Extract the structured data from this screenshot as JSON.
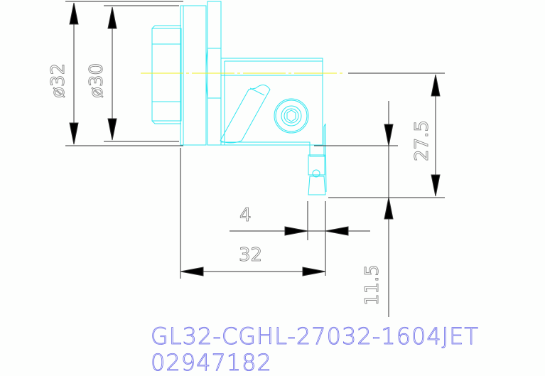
{
  "drawing": {
    "part_number": "GL32-CGHL-27032-1604JET",
    "article_number": "02947182",
    "colors": {
      "part_outline": "#33e6f0",
      "center_line": "#f0f020",
      "dimension_line": "#222222",
      "dimension_text": "#777777",
      "title_text": "#6a6ae8",
      "background": "#fdfefd"
    },
    "dimensions": {
      "dia_outer": "ø32",
      "dia_inner": "ø30",
      "height_27_5": "27.5",
      "width_4": "4",
      "length_32": "32",
      "depth_11_5": "11.5"
    }
  }
}
